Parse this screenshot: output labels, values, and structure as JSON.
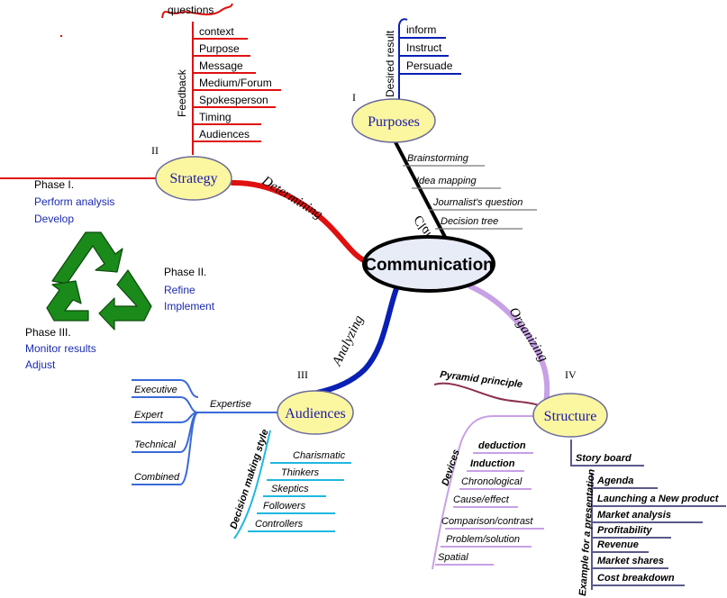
{
  "center": {
    "label": "Communication"
  },
  "colors": {
    "strategy": "#e01010",
    "purposes": "#0a1fb4",
    "audiences": "#1fb8e0",
    "structure": "#c8a0e6",
    "structure_examples": "#5a5a8a",
    "pyramid": "#8a3050",
    "node_fill": "#fbf6a0",
    "recycle_green": "#1a8a1a",
    "phase_blue": "#1a2ab0"
  },
  "strategy": {
    "numeral": "II",
    "label": "Strategy",
    "connector": "Determining",
    "feedback": {
      "label": "Feedback",
      "top": "questions",
      "items": [
        "context",
        "Purpose",
        "Message",
        "Medium/Forum",
        "Spokesperson",
        "Timing",
        "Audiences"
      ]
    }
  },
  "purposes": {
    "numeral": "I",
    "label": "Purposes",
    "connector": "Clarifying",
    "desired": {
      "label": "Desired result",
      "items": [
        "inform",
        "Instruct",
        "Persuade"
      ]
    },
    "methods": [
      "Brainstorming",
      "Idea mapping",
      "Journalist's question",
      "Decision tree"
    ]
  },
  "audiences": {
    "numeral": "III",
    "label": "Audiences",
    "connector": "Analyzing",
    "expertise": {
      "label": "Expertise",
      "items": [
        "Executive",
        "Expert",
        "Technical",
        "Combined"
      ]
    },
    "style": {
      "label": "Decision making style",
      "items": [
        "Charismatic",
        "Thinkers",
        "Skeptics",
        "Followers",
        "Controllers"
      ]
    }
  },
  "structure": {
    "numeral": "IV",
    "label": "Structure",
    "connector": "Organizing",
    "pyramid": "Pyramid principle",
    "devices": {
      "label": "Devices",
      "items": [
        "deduction",
        "Induction",
        "Chronological",
        "Cause/effect",
        "Comparison/contrast",
        "Problem/solution",
        "Spatial"
      ]
    },
    "storyboard": "Story board",
    "examples": {
      "label": "Example for a presentation",
      "items": [
        "Agenda",
        "Launching a New product",
        "Market analysis",
        "Profitability",
        "Revenue",
        "Market shares",
        "Cost breakdown"
      ]
    }
  },
  "phases": [
    {
      "title": "Phase I.",
      "steps": [
        "Perform analysis",
        "Develop"
      ]
    },
    {
      "title": "Phase II.",
      "steps": [
        "Refine",
        "Implement"
      ]
    },
    {
      "title": "Phase III.",
      "steps": [
        "Monitor results",
        "Adjust"
      ]
    }
  ],
  "icons": {
    "cycle": "recycle-arrows-icon"
  }
}
